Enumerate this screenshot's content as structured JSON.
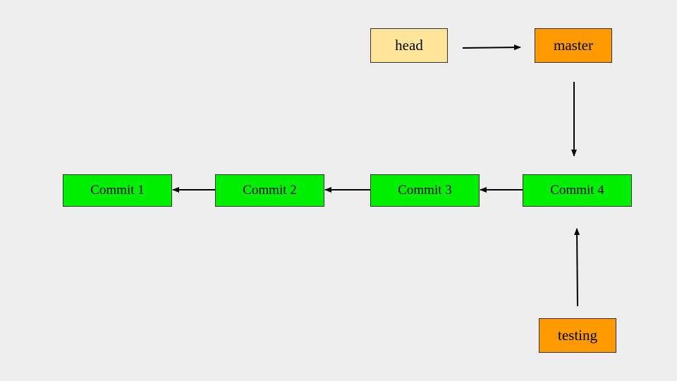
{
  "diagram": {
    "nodes": {
      "commit_1": {
        "label": "Commit 1",
        "color": "#00ee00"
      },
      "commit_2": {
        "label": "Commit 2",
        "color": "#00ee00"
      },
      "commit_3": {
        "label": "Commit 3",
        "color": "#00ee00"
      },
      "commit_4": {
        "label": "Commit 4",
        "color": "#00ee00"
      },
      "head": {
        "label": "head",
        "color": "#ffe599"
      },
      "master": {
        "label": "master",
        "color": "#ff9900"
      },
      "testing": {
        "label": "testing",
        "color": "#ff9900"
      }
    },
    "edges": [
      {
        "from": "head",
        "to": "master"
      },
      {
        "from": "master",
        "to": "commit_4"
      },
      {
        "from": "testing",
        "to": "commit_4"
      },
      {
        "from": "commit_4",
        "to": "commit_3"
      },
      {
        "from": "commit_3",
        "to": "commit_2"
      },
      {
        "from": "commit_2",
        "to": "commit_1"
      }
    ],
    "colors": {
      "background": "#eeeeee",
      "edge": "#000000"
    }
  }
}
